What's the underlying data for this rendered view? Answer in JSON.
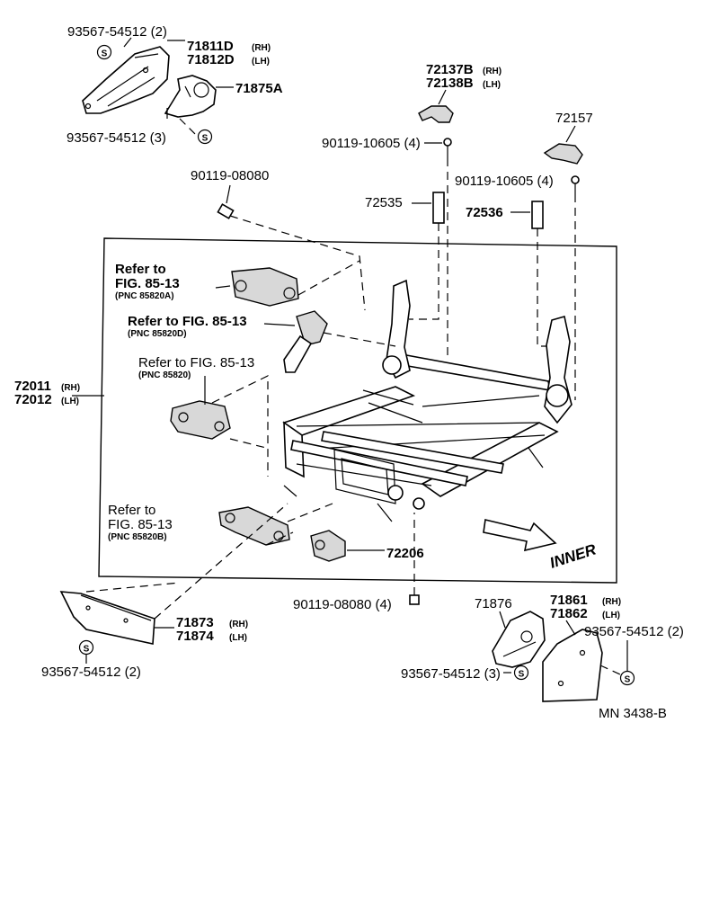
{
  "labels": {
    "top_left_clip_qty": "93567-54512 (2)",
    "cover_rh": "71811D",
    "cover_lh": "71812D",
    "rh": "(RH)",
    "lh": "(LH)",
    "bracket_71875a": "71875A",
    "top_left_clip_qty3": "93567-54512 (3)",
    "part_72137b": "72137B",
    "part_72138b": "72138B",
    "part_72157": "72157",
    "bolt_10605_a": "90119-10605 (4)",
    "bolt_10605_b": "90119-10605 (4)",
    "bolt_08080": "90119-08080",
    "part_72535": "72535",
    "part_72536": "72536",
    "refer_to": "Refer to",
    "fig_85_13": "FIG. 85-13",
    "pnc_85820a": "(PNC 85820A)",
    "refer_to_fig": "Refer to FIG. 85-13",
    "pnc_85820d": "(PNC 85820D)",
    "pnc_85820": "(PNC 85820)",
    "pnc_85820b": "(PNC 85820B)",
    "assy_72011": "72011",
    "assy_72012": "72012",
    "part_72206": "72206",
    "inner": "INNER",
    "bolt_08080_qty": "90119-08080 (4)",
    "part_71876": "71876",
    "part_71861": "71861",
    "part_71862": "71862",
    "clip_right_qty2": "93567-54512 (2)",
    "part_71873": "71873",
    "part_71874": "71874",
    "clip_bottom_qty2": "93567-54512 (2)",
    "clip_bottom_qty3": "93567-54512 (3)",
    "drawing_code": "MN  3438-B",
    "clip_symbol": "S"
  }
}
